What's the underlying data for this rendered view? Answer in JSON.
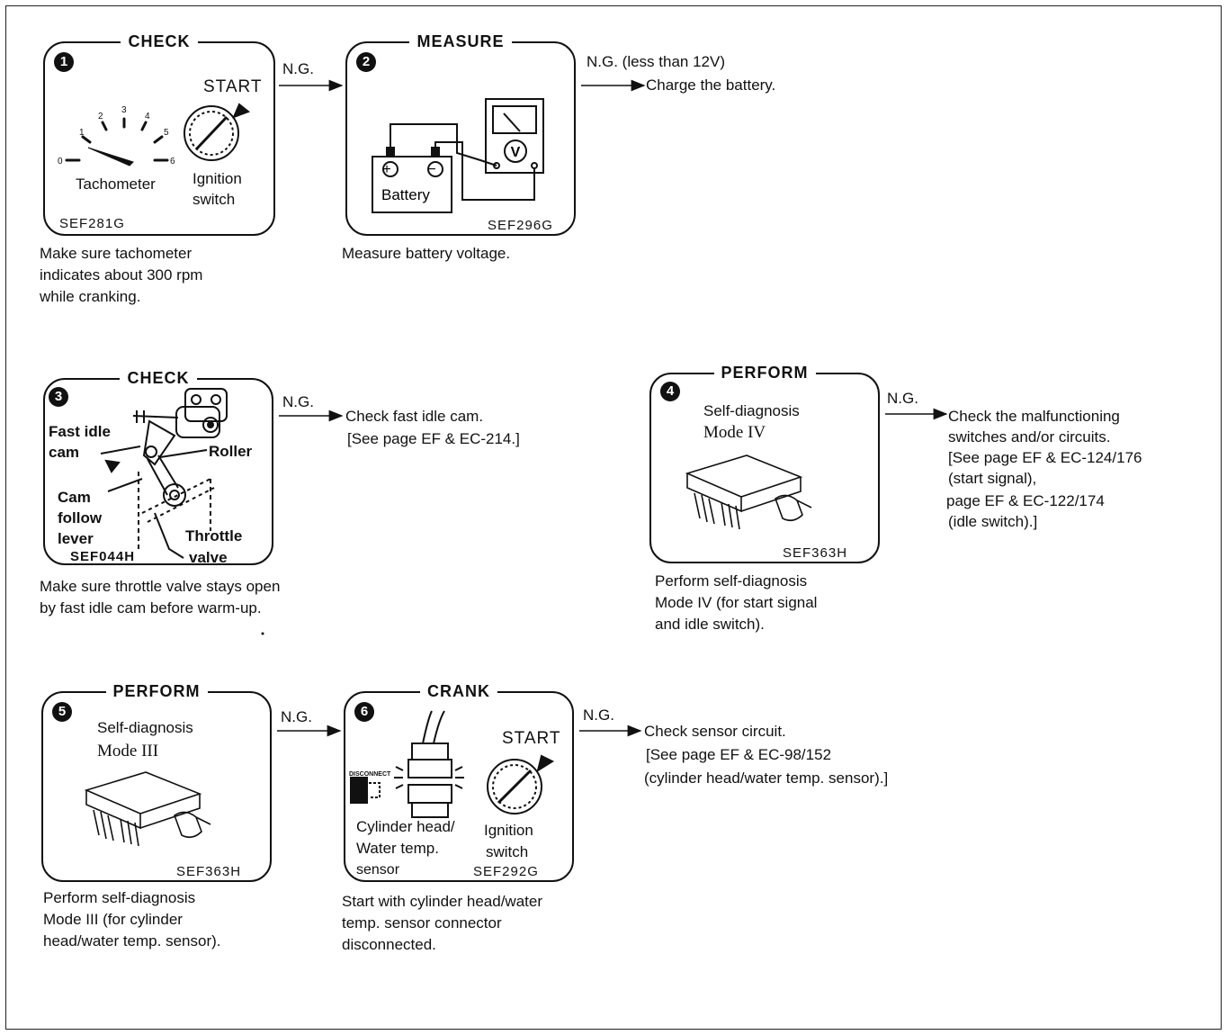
{
  "step1": {
    "number": "1",
    "title": "CHECK",
    "start_label": "START",
    "tach_label": "Tachometer",
    "ign_label_1": "Ignition",
    "ign_label_2": "switch",
    "code": "SEF281G",
    "ticks": [
      "0",
      "1",
      "2",
      "3",
      "4",
      "5",
      "6"
    ],
    "desc": [
      "Make sure tachometer",
      "indicates about 300 rpm",
      "while cranking."
    ]
  },
  "arrow1": {
    "label": "N.G."
  },
  "step2": {
    "number": "2",
    "title": "MEASURE",
    "battery_label": "Battery",
    "meter_symbol": "V",
    "plus": "+",
    "minus": "−",
    "code": "SEF296G",
    "desc": [
      "Measure battery voltage."
    ]
  },
  "arrow2": {
    "label": "N.G. (less than 12V)",
    "result": "Charge the battery."
  },
  "step3": {
    "number": "3",
    "title": "CHECK",
    "code": "SEF044H",
    "labels": {
      "fast_idle_1": "Fast idle",
      "fast_idle_2": "cam",
      "roller": "Roller",
      "cam_1": "Cam",
      "cam_2": "follow",
      "cam_3": "lever",
      "throttle_1": "Throttle",
      "throttle_2": "valve"
    },
    "desc": [
      "Make sure throttle valve stays open",
      "by fast idle cam before warm-up."
    ]
  },
  "arrow3": {
    "label": "N.G.",
    "result": [
      "Check fast idle cam.",
      "[See page EF & EC-214.]"
    ]
  },
  "step4": {
    "number": "4",
    "title": "PERFORM",
    "sub": [
      "Self-diagnosis",
      "Mode IV"
    ],
    "code": "SEF363H",
    "desc": [
      "Perform self-diagnosis",
      "Mode IV (for start signal",
      "and idle switch)."
    ]
  },
  "arrow4": {
    "label": "N.G.",
    "result": [
      "Check the malfunctioning",
      "switches and/or circuits.",
      "[See page EF & EC-124/176",
      "(start signal),",
      "page EF & EC-122/174",
      "(idle switch).]"
    ]
  },
  "step5": {
    "number": "5",
    "title": "PERFORM",
    "sub": [
      "Self-diagnosis",
      "Mode III"
    ],
    "code": "SEF363H",
    "desc": [
      "Perform self-diagnosis",
      "Mode III (for cylinder",
      "head/water temp. sensor)."
    ]
  },
  "arrow5": {
    "label": "N.G."
  },
  "step6": {
    "number": "6",
    "title": "CRANK",
    "start_label": "START",
    "disconnect": "DISCONNECT",
    "sensor_label": [
      "Cylinder head/",
      "Water temp.",
      "sensor"
    ],
    "ign_label": [
      "Ignition",
      "switch"
    ],
    "code": "SEF292G",
    "desc": [
      "Start with cylinder head/water",
      "temp. sensor connector",
      "disconnected."
    ]
  },
  "arrow6": {
    "label": "N.G.",
    "result": [
      "Check sensor circuit.",
      "[See page EF & EC-98/152",
      "(cylinder head/water temp. sensor).]"
    ]
  }
}
